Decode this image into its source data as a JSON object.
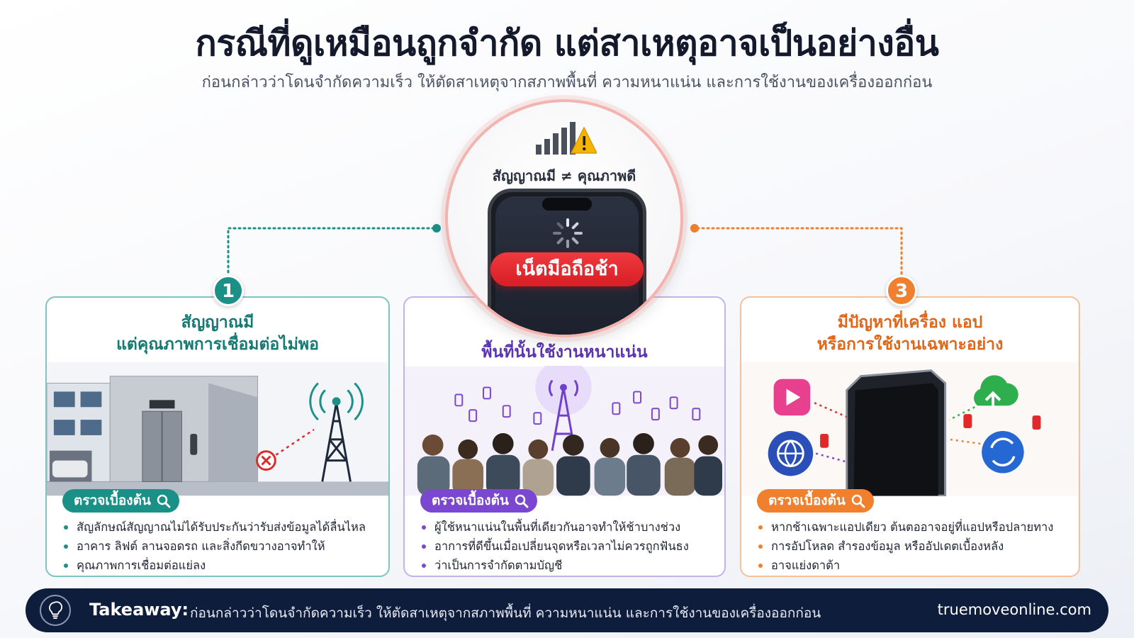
{
  "header": {
    "title": "กรณีที่ดูเหมือนถูกจำกัด แต่สาเหตุอาจเป็นอย่างอื่น",
    "subtitle": "ก่อนกล่าวว่าโดนจำกัดความเร็ว ให้ตัดสาเหตุจากสภาพพื้นที่ ความหนาแน่น และการใช้งานของเครื่องออกก่อน"
  },
  "center": {
    "signal_text": "สัญญาณมี ≠ คุณภาพดี",
    "slow_label": "เน็ตมือถือช้า",
    "icon": "signal-warning-icon",
    "accent": "#e3262d"
  },
  "cards": [
    {
      "number": "1",
      "title_line1": "สัญญาณมี",
      "title_line2": "แต่คุณภาพการเชื่อมต่อไม่พอ",
      "badge": "ตรวจเบื้องต้น",
      "bullets": [
        "สัญลักษณ์สัญญาณไม่ได้รับประกันว่ารับส่งข้อมูลได้ลื่นไหล",
        "อาคาร ลิฟต์ ลานจอดรถ และสิ่งกีดขวางอาจทำให้",
        "คุณภาพการเชื่อมต่อแย่ลง"
      ],
      "accent": "#1a9087"
    },
    {
      "title": "พื้นที่นั้นใช้งานหนาแน่น",
      "badge": "ตรวจเบื้องต้น",
      "bullets": [
        "ผู้ใช้หนาแน่นในพื้นที่เดียวกันอาจทำให้ช้าบางช่วง",
        "อาการที่ดีขึ้นเมื่อเปลี่ยนจุดหรือเวลาไม่ควรถูกฟันธง",
        "ว่าเป็นการจำกัดตามบัญชี"
      ],
      "accent": "#7b47d1"
    },
    {
      "number": "3",
      "title_line1": "มีปัญหาที่เครื่อง แอป",
      "title_line2": "หรือการใช้งานเฉพาะอย่าง",
      "badge": "ตรวจเบื้องต้น",
      "bullets": [
        "หากช้าเฉพาะแอปเดียว ต้นตออาจอยู่ที่แอปหรือปลายทาง",
        "การอัปโหลด สำรองข้อมูล หรืออัปเดตเบื้องหลัง",
        "อาจแย่งดาต้า"
      ],
      "accent": "#f0802e"
    }
  ],
  "footer": {
    "label": "Takeaway:",
    "text": "ก่อนกล่าวว่าโดนจำกัดความเร็ว ให้ตัดสาเหตุจากสภาพพื้นที่ ความหนาแน่น และการใช้งานของเครื่องออกก่อน",
    "site": "truemoveonline.com"
  }
}
